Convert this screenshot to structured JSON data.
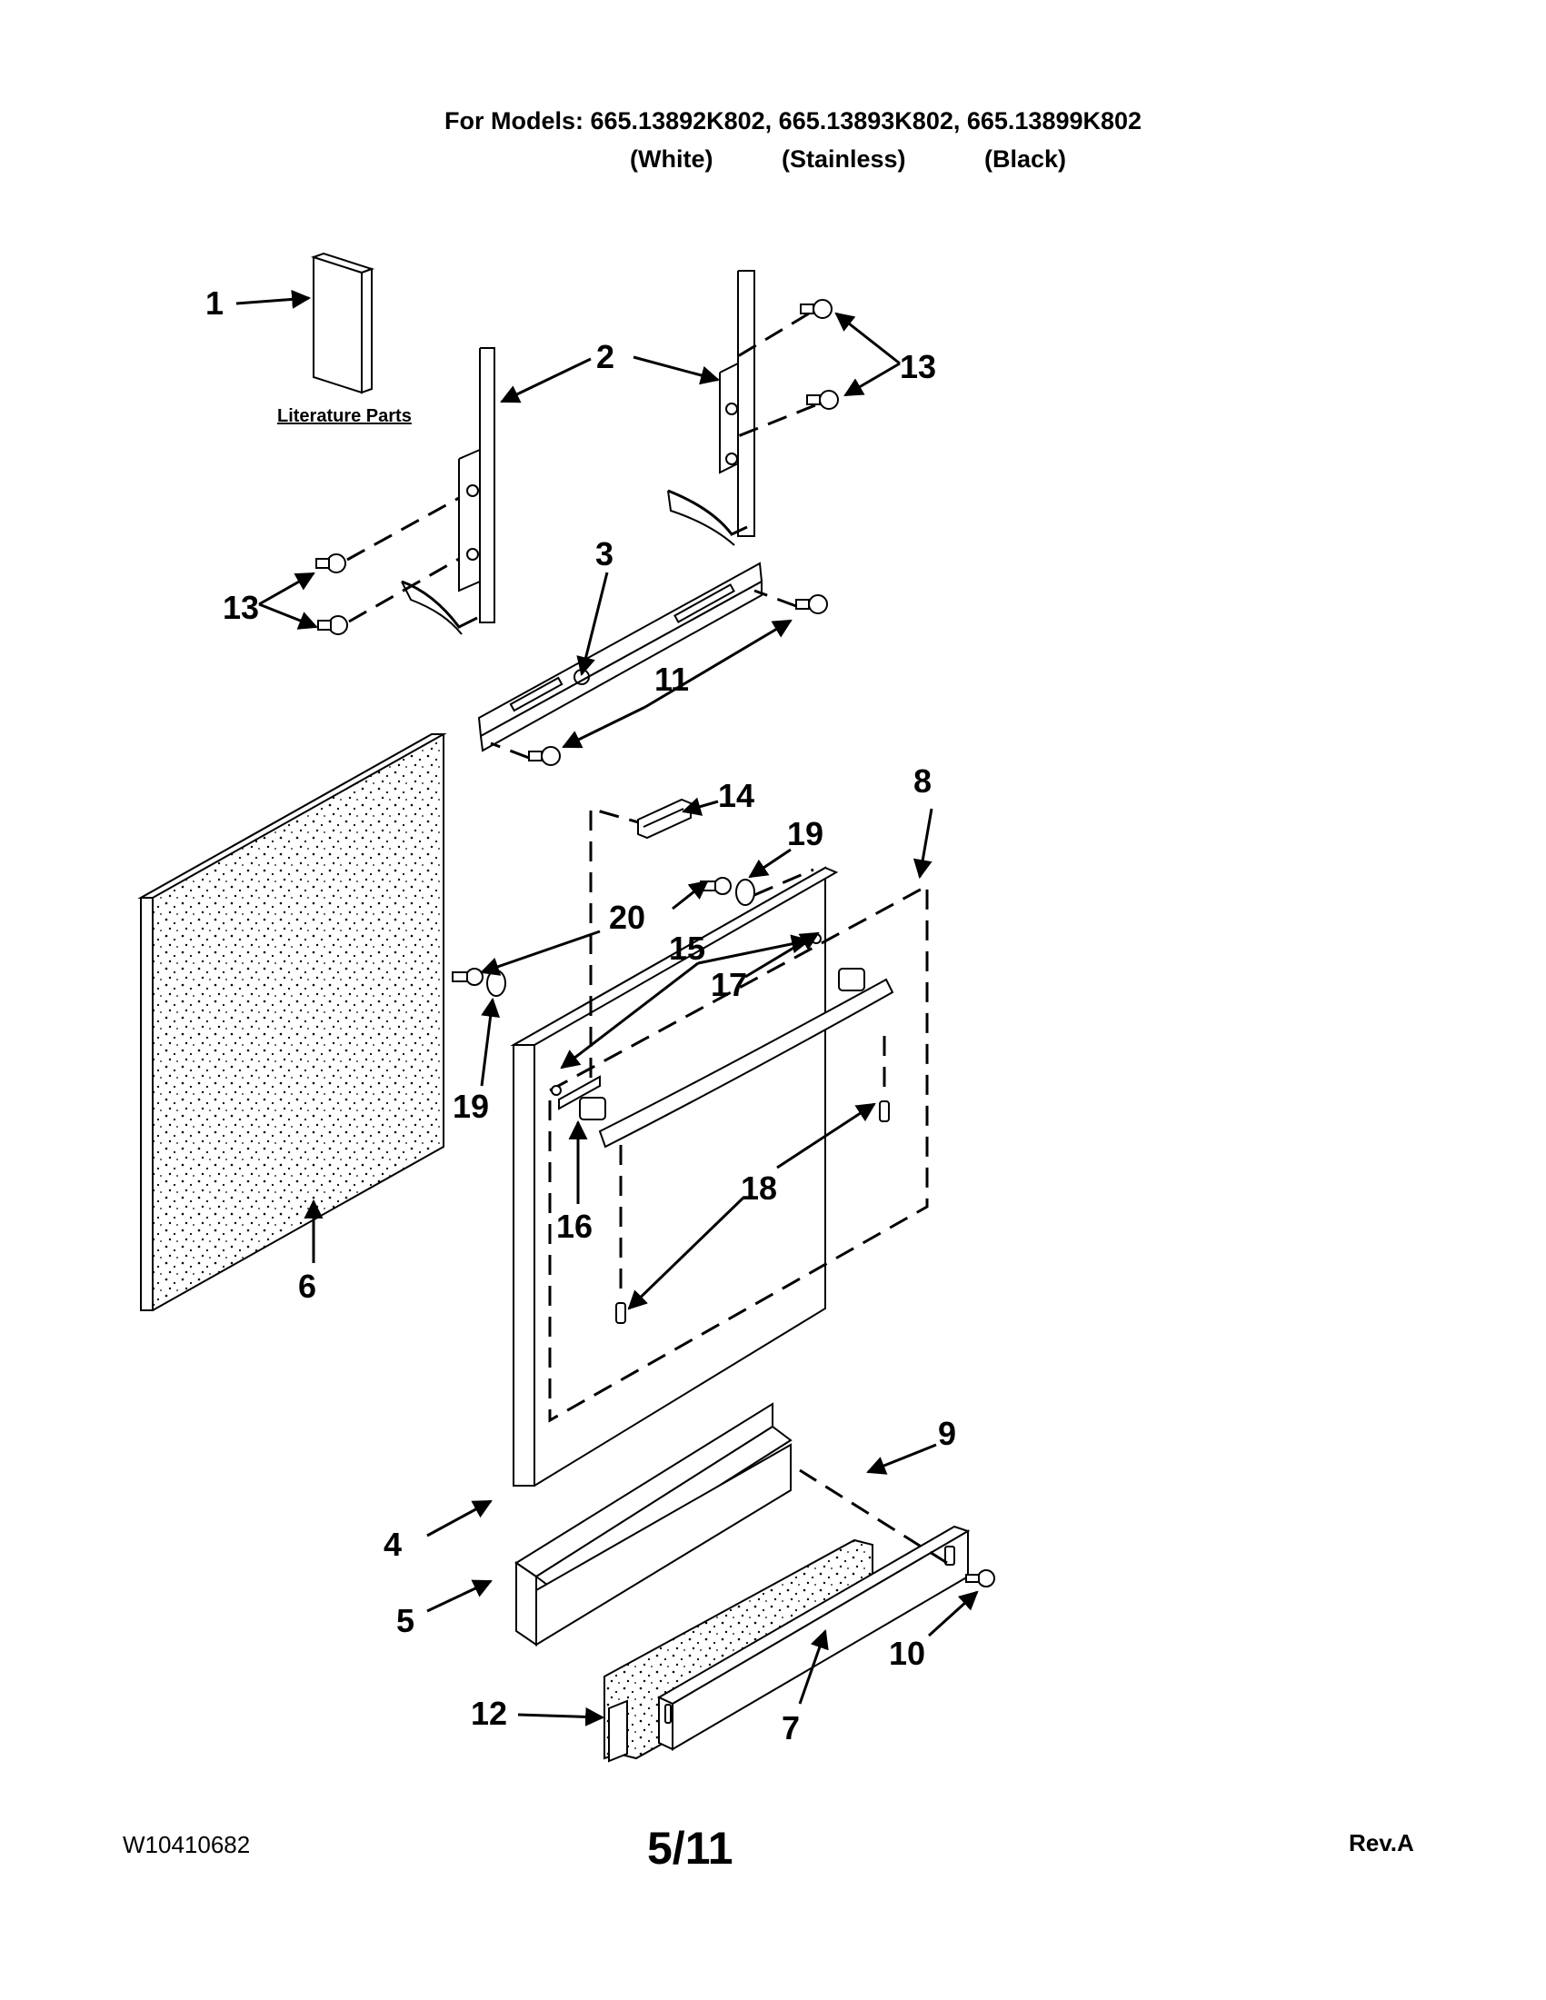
{
  "header": {
    "models_line": "For Models: 665.13892K802, 665.13893K802, 665.13899K802",
    "colors": [
      "(White)",
      "(Stainless)",
      "(Black)"
    ]
  },
  "literature_label": "Literature Parts",
  "callouts": {
    "c1": "1",
    "c2": "2",
    "c3": "3",
    "c4": "4",
    "c5": "5",
    "c6": "6",
    "c7": "7",
    "c8": "8",
    "c9": "9",
    "c10": "10",
    "c11": "11",
    "c12": "12",
    "c13a": "13",
    "c13b": "13",
    "c14": "14",
    "c15": "15",
    "c16": "16",
    "c17": "17",
    "c18": "18",
    "c19a": "19",
    "c19b": "19",
    "c20": "20"
  },
  "footer": {
    "doc_number": "W10410682",
    "page": "5/11",
    "revision": "Rev.A"
  }
}
